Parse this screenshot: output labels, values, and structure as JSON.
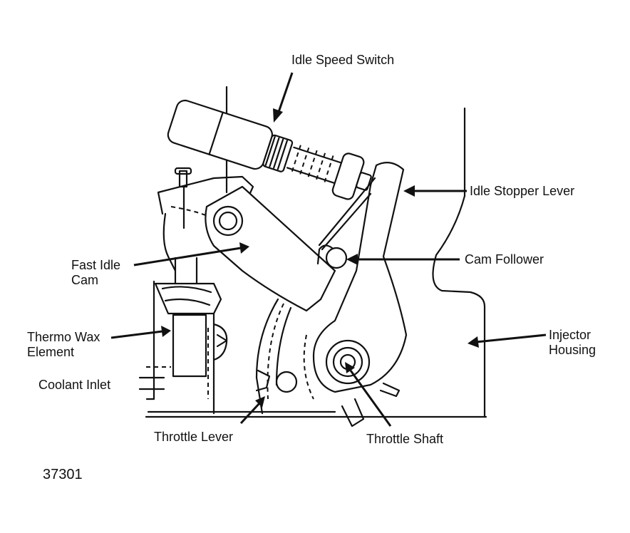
{
  "figure_id": "37301",
  "labels": {
    "idle_speed_switch": "Idle Speed Switch",
    "idle_stopper_lever": "Idle Stopper Lever",
    "cam_follower": "Cam Follower",
    "fast_idle_cam_line1": "Fast Idle",
    "fast_idle_cam_line2": "Cam",
    "injector_housing_line1": "Injector",
    "injector_housing_line2": "Housing",
    "thermo_wax_line1": "Thermo Wax",
    "thermo_wax_line2": "Element",
    "coolant_inlet": "Coolant Inlet",
    "throttle_lever": "Throttle Lever",
    "throttle_shaft": "Throttle Shaft"
  },
  "colors": {
    "ink": "#111111",
    "paper": "#ffffff"
  }
}
